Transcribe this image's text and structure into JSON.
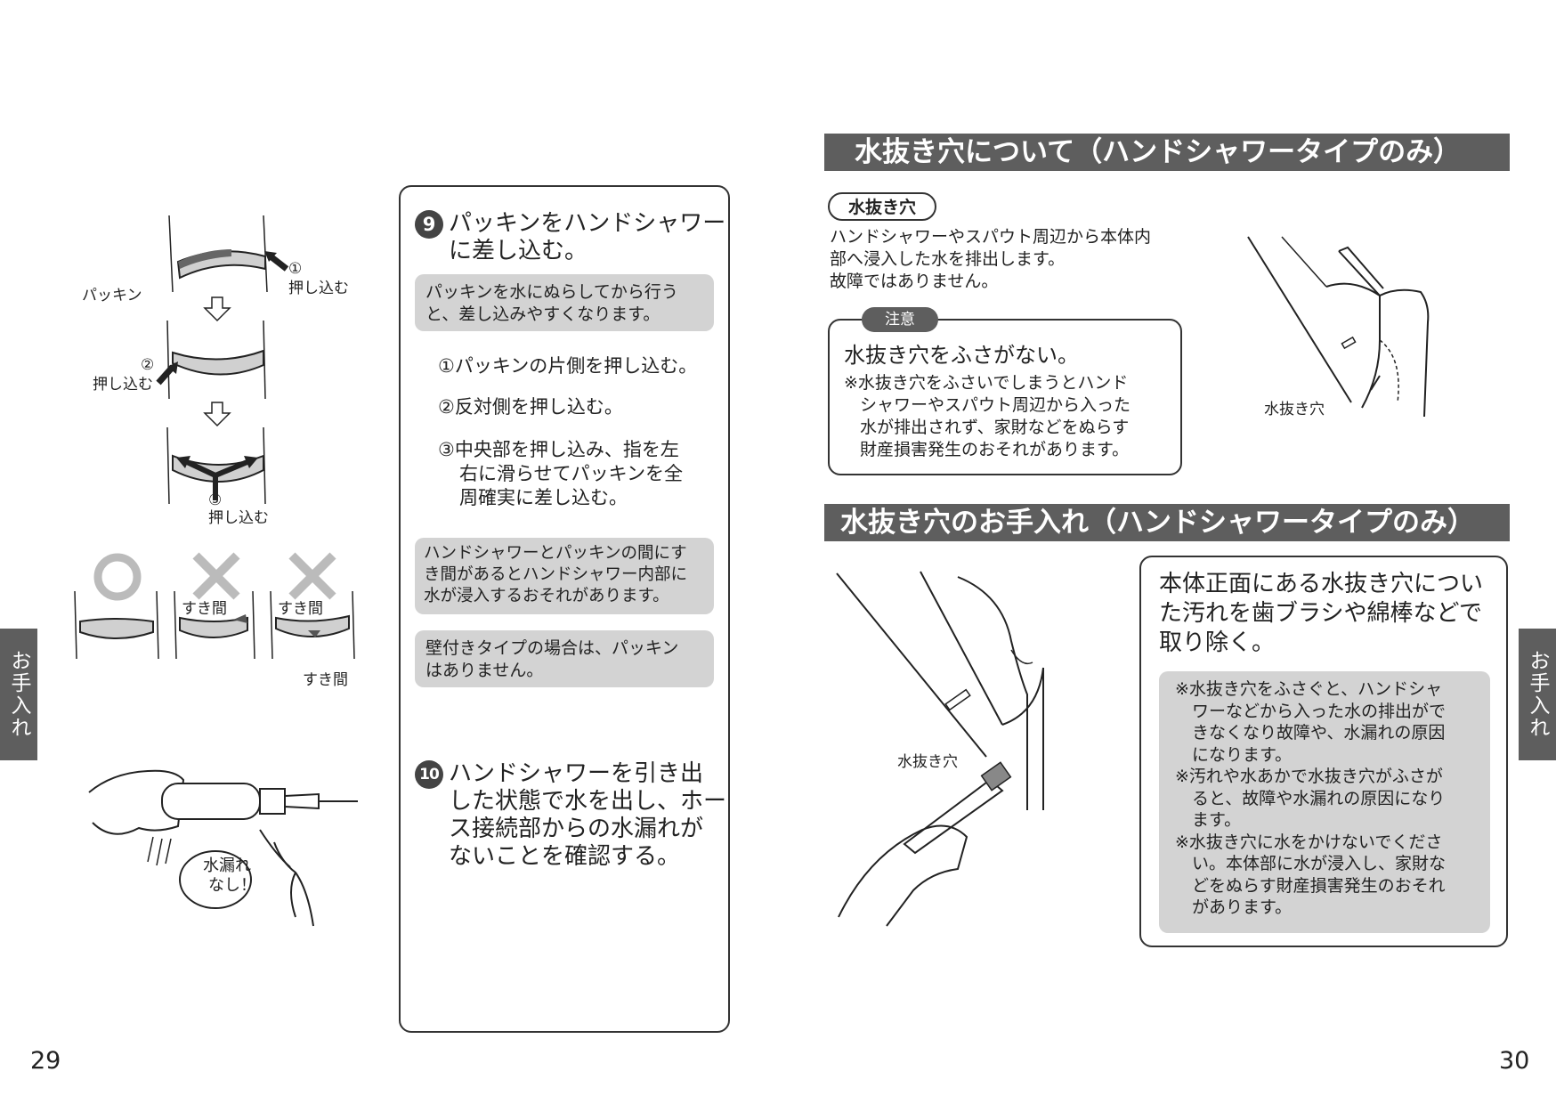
{
  "left_page": {
    "illustration_labels": {
      "packing": "パッキン",
      "push1": "押し込む",
      "push1_num": "①",
      "push2": "押し込む",
      "push2_num": "②",
      "push3": "押し込む",
      "push3_num": "③",
      "gap1": "すき間",
      "gap2": "すき間",
      "gap3": "すき間",
      "no_leak_line1": "水漏れ",
      "no_leak_line2": "なし！"
    },
    "step9": {
      "number": "9",
      "title_line1": "パッキンをハンドシャワー",
      "title_line2": "に差し込む。",
      "tip_line1": "パッキンを水にぬらしてから行う",
      "tip_line2": "と、差し込みやすくなります。",
      "sub1": "①パッキンの片側を押し込む。",
      "sub2": "②反対側を押し込む。",
      "sub3_line1": "③中央部を押し込み、指を左",
      "sub3_line2": "右に滑らせてパッキンを全",
      "sub3_line3": "周確実に差し込む。",
      "warn_line1": "ハンドシャワーとパッキンの間にす",
      "warn_line2": "き間があるとハンドシャワー内部に",
      "warn_line3": "水が浸入するおそれがあります。",
      "wall_line1": "壁付きタイプの場合は、パッキン",
      "wall_line2": "はありません。"
    },
    "step10": {
      "number": "10",
      "title_line1": "ハンドシャワーを引き出",
      "title_line2": "した状態で水を出し、ホー",
      "title_line3": "ス接続部からの水漏れが",
      "title_line4": "ないことを確認する。"
    },
    "side_tab": "お手入れ",
    "page_number": "29"
  },
  "right_page": {
    "section1": {
      "title": "水抜き穴について（ハンドシャワータイプのみ）",
      "pill": "水抜き穴",
      "desc_line1": "ハンドシャワーやスパウト周辺から本体内",
      "desc_line2": "部へ浸入した水を排出します。",
      "desc_line3": "故障ではありません。",
      "caution_tab": "注意",
      "caution_title": "水抜き穴をふさがない。",
      "caution_line1": "※水抜き穴をふさいでしまうとハンド",
      "caution_line2": "シャワーやスパウト周辺から入った",
      "caution_line3": "水が排出されず、家財などをぬらす",
      "caution_line4": "財産損害発生のおそれがあります。",
      "illus_label": "水抜き穴"
    },
    "section2": {
      "title": "水抜き穴のお手入れ（ハンドシャワータイプのみ）",
      "illus_label": "水抜き穴",
      "head_line1": "本体正面にある水抜き穴につい",
      "head_line2": "た汚れを歯ブラシや綿棒などで",
      "head_line3": "取り除く。",
      "note1_line1": "※水抜き穴をふさぐと、ハンドシャ",
      "note1_line2": "ワーなどから入った水の排出がで",
      "note1_line3": "きなくなり故障や、水漏れの原因",
      "note1_line4": "になります。",
      "note2_line1": "※汚れや水あかで水抜き穴がふさが",
      "note2_line2": "ると、故障や水漏れの原因になり",
      "note2_line3": "ます。",
      "note3_line1": "※水抜き穴に水をかけないでくださ",
      "note3_line2": "い。本体部に水が浸入し、家財な",
      "note3_line3": "どをぬらす財産損害発生のおそれ",
      "note3_line4": "があります。"
    },
    "side_tab": "お手入れ",
    "page_number": "30"
  },
  "colors": {
    "bar": "#5e5e5e",
    "note_gray": "#d3d3d3",
    "border": "#333333"
  }
}
